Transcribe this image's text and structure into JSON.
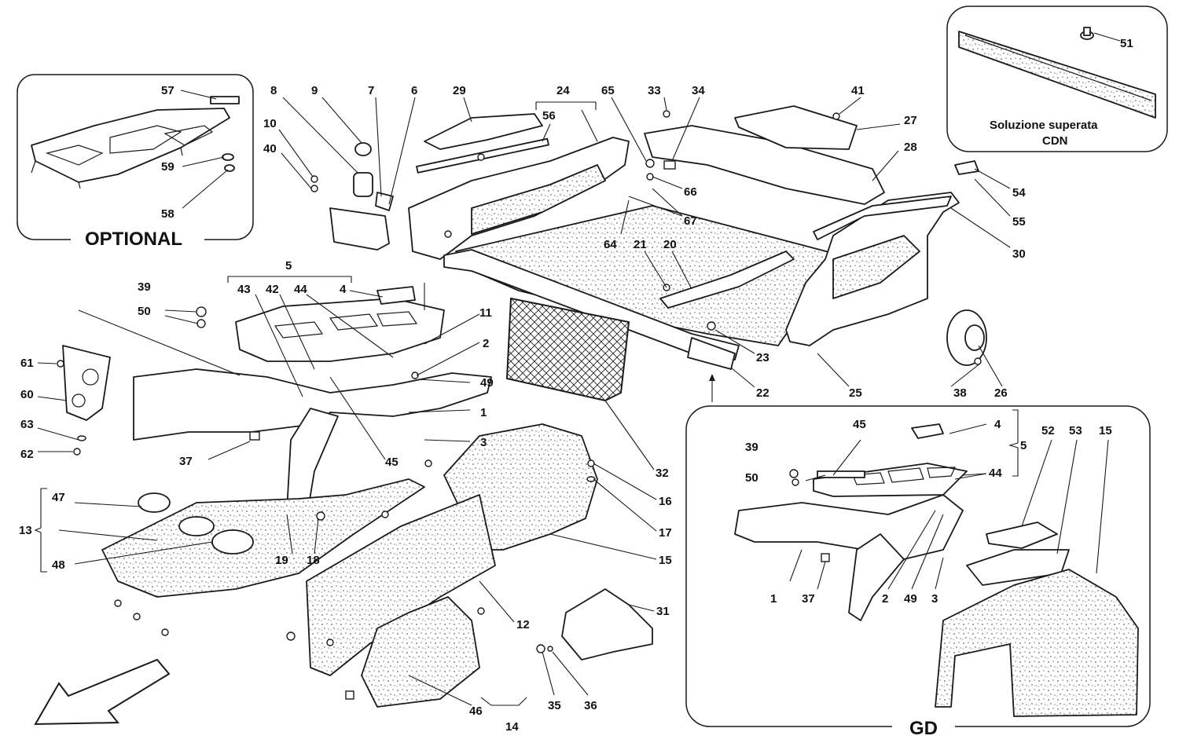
{
  "callouts": {
    "c1": "1",
    "c2": "2",
    "c3": "3",
    "c4": "4",
    "c5": "5",
    "c6": "6",
    "c7": "7",
    "c8": "8",
    "c9": "9",
    "c10": "10",
    "c11": "11",
    "c12": "12",
    "c13": "13",
    "c14": "14",
    "c15": "15",
    "c16": "16",
    "c17": "17",
    "c18": "18",
    "c19": "19",
    "c20": "20",
    "c21": "21",
    "c22": "22",
    "c23": "23",
    "c24": "24",
    "c25": "25",
    "c26": "26",
    "c27": "27",
    "c28": "28",
    "c29": "29",
    "c30": "30",
    "c31": "31",
    "c32": "32",
    "c33": "33",
    "c34": "34",
    "c35": "35",
    "c36": "36",
    "c37": "37",
    "c38": "38",
    "c39": "39",
    "c40": "40",
    "c41": "41",
    "c42": "42",
    "c43": "43",
    "c44": "44",
    "c45": "45",
    "c46": "46",
    "c47": "47",
    "c48": "48",
    "c49": "49",
    "c50": "50",
    "c51": "51",
    "c52": "52",
    "c53": "53",
    "c54": "54",
    "c55": "55",
    "c56": "56",
    "c57": "57",
    "c58": "58",
    "c59": "59",
    "c60": "60",
    "c61": "61",
    "c62": "62",
    "c63": "63",
    "c64": "64",
    "c65": "65",
    "c66": "66",
    "c67": "67"
  },
  "gd_callouts": {
    "g1": "1",
    "g2": "2",
    "g3": "3",
    "g4": "4",
    "g5": "5",
    "g15": "15",
    "g37": "37",
    "g39": "39",
    "g44": "44",
    "g45": "45",
    "g49": "49",
    "g50": "50",
    "g52": "52",
    "g53": "53"
  },
  "optional_callouts": {
    "o57": "57",
    "o58": "58",
    "o59": "59"
  },
  "panels": {
    "optional_title": "OPTIONAL",
    "gd_title": "GD",
    "superseded_line1": "Soluzione superata",
    "superseded_line2": "CDN",
    "superseded_callout": "51"
  },
  "icons": {
    "front_arrow": "direction-arrow-icon"
  }
}
